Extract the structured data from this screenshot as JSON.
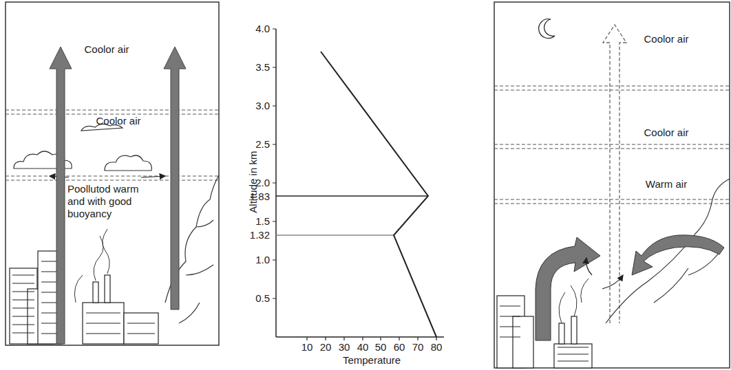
{
  "diagram": {
    "labels": [
      "Coolor air",
      "Coolor air",
      "Poollutod warm and with good buoyancy",
      "4.0",
      "3.5",
      "3.0",
      "2.5",
      "2.0",
      "1.83",
      "1.5",
      "1.32",
      "1.0",
      "0.5",
      "10",
      "20",
      "30",
      "40",
      "50",
      "60",
      "70",
      "80",
      "Altitude in km",
      "Temperature",
      "Coolor air",
      "Coolor air",
      "Warm air"
    ]
  }
}
